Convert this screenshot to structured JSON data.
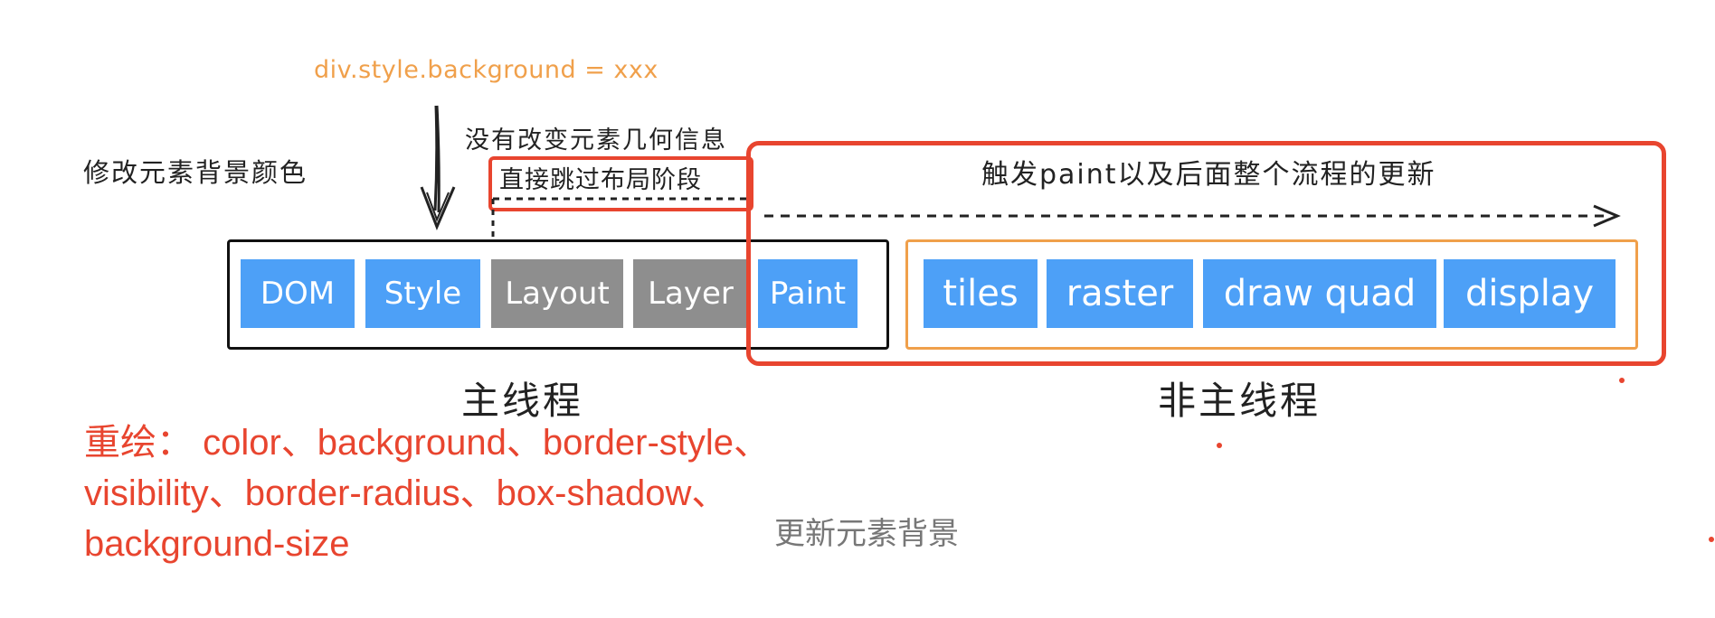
{
  "code_label": "div.style.background = xxx",
  "left_caption": "修改元素背景颜色",
  "no_geometry_note": "没有改变元素几何信息",
  "skip_layout_note": "直接跳过布局阶段",
  "trigger_note": "触发paint以及后面整个流程的更新",
  "main_thread": {
    "label": "主线程",
    "stages": [
      "DOM",
      "Style",
      "Layout",
      "Layer",
      "Paint"
    ]
  },
  "non_main_thread": {
    "label": "非主线程",
    "stages": [
      "tiles",
      "raster",
      "draw quad",
      "display"
    ]
  },
  "repaint_note": {
    "line1": "重绘： color、background、border-style、",
    "line2": "visibility、border-radius、box-shadow、",
    "line3": "background-size"
  },
  "overlay_caption": "更新元素背景",
  "colors": {
    "stage_blue": "#4da0f7",
    "stage_gray": "#8e8e8e",
    "highlight_red": "#e8452f",
    "thread_orange": "#f0a04b"
  }
}
